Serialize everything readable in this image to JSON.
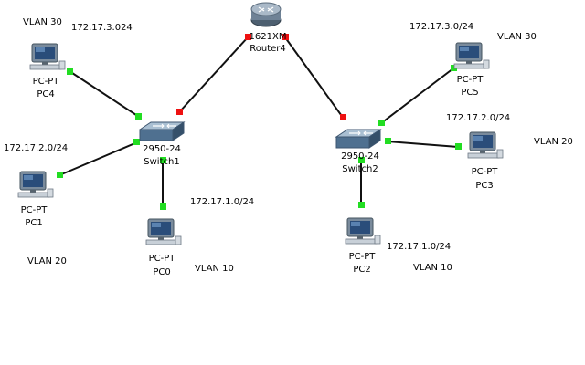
{
  "colors": {
    "link": "#111111",
    "port_up": "#22dd22",
    "port_down": "#ee1111",
    "monitor_frame": "#6a7b8c",
    "monitor_screen": "#2a4d7a",
    "switch_top": "#9db4c8",
    "switch_front": "#4a6a88",
    "router_body": "#7d8fa0"
  },
  "devices": {
    "router4": {
      "model": "1621XM",
      "name": "Router4",
      "icon": "router-icon"
    },
    "switch1": {
      "model": "2950-24",
      "name": "Switch1",
      "icon": "switch-icon"
    },
    "switch2": {
      "model": "2950-24",
      "name": "Switch2",
      "icon": "switch-icon"
    },
    "pc0": {
      "model": "PC-PT",
      "name": "PC0",
      "icon": "pc-icon"
    },
    "pc1": {
      "model": "PC-PT",
      "name": "PC1",
      "icon": "pc-icon"
    },
    "pc2": {
      "model": "PC-PT",
      "name": "PC2",
      "icon": "pc-icon"
    },
    "pc3": {
      "model": "PC-PT",
      "name": "PC3",
      "icon": "pc-icon"
    },
    "pc4": {
      "model": "PC-PT",
      "name": "PC4",
      "icon": "pc-icon"
    },
    "pc5": {
      "model": "PC-PT",
      "name": "PC5",
      "icon": "pc-icon"
    }
  },
  "annotations": {
    "vlan30_left": "VLAN 30",
    "subnet_pc4": "172.17.3.024",
    "subnet_pc1": "172.17.2.0/24",
    "vlan20_left": "VLAN 20",
    "subnet_pc0": "172.17.1.0/24",
    "vlan10_left": "VLAN 10",
    "subnet_pc5": "172.17.3.0/24",
    "vlan30_right": "VLAN 30",
    "subnet_pc3": "172.17.2.0/24",
    "vlan20_right": "VLAN 20",
    "subnet_pc2": "172.17.1.0/24",
    "vlan10_right": "VLAN 10"
  },
  "links": [
    {
      "from": "router4",
      "to": "switch1",
      "from_status": "down",
      "to_status": "down"
    },
    {
      "from": "router4",
      "to": "switch2",
      "from_status": "down",
      "to_status": "down"
    },
    {
      "from": "pc4",
      "to": "switch1",
      "from_status": "up",
      "to_status": "up"
    },
    {
      "from": "pc1",
      "to": "switch1",
      "from_status": "up",
      "to_status": "up"
    },
    {
      "from": "pc0",
      "to": "switch1",
      "from_status": "up",
      "to_status": "up"
    },
    {
      "from": "pc5",
      "to": "switch2",
      "from_status": "up",
      "to_status": "up"
    },
    {
      "from": "pc3",
      "to": "switch2",
      "from_status": "up",
      "to_status": "up"
    },
    {
      "from": "pc2",
      "to": "switch2",
      "from_status": "up",
      "to_status": "up"
    }
  ]
}
